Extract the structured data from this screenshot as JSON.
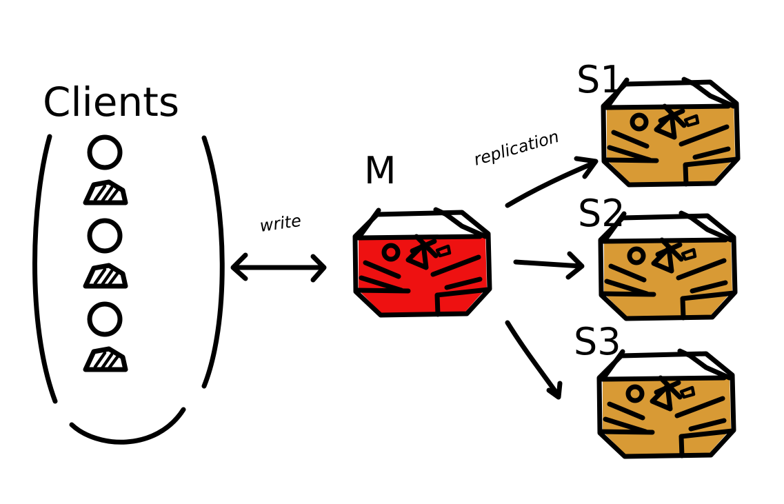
{
  "clients": {
    "title": "Clients",
    "count": 3
  },
  "edges": {
    "write_label": "write",
    "replication_label": "replication"
  },
  "nodes": {
    "master": {
      "label": "M",
      "fill": "#ee1111"
    },
    "replicas": [
      {
        "label": "S1",
        "fill": "#d89a35"
      },
      {
        "label": "S2",
        "fill": "#d89a35"
      },
      {
        "label": "S3",
        "fill": "#d89a35"
      }
    ]
  },
  "colors": {
    "ink": "#000000",
    "master_fill": "#ee1111",
    "replica_fill": "#d89a35",
    "background": "#ffffff"
  }
}
